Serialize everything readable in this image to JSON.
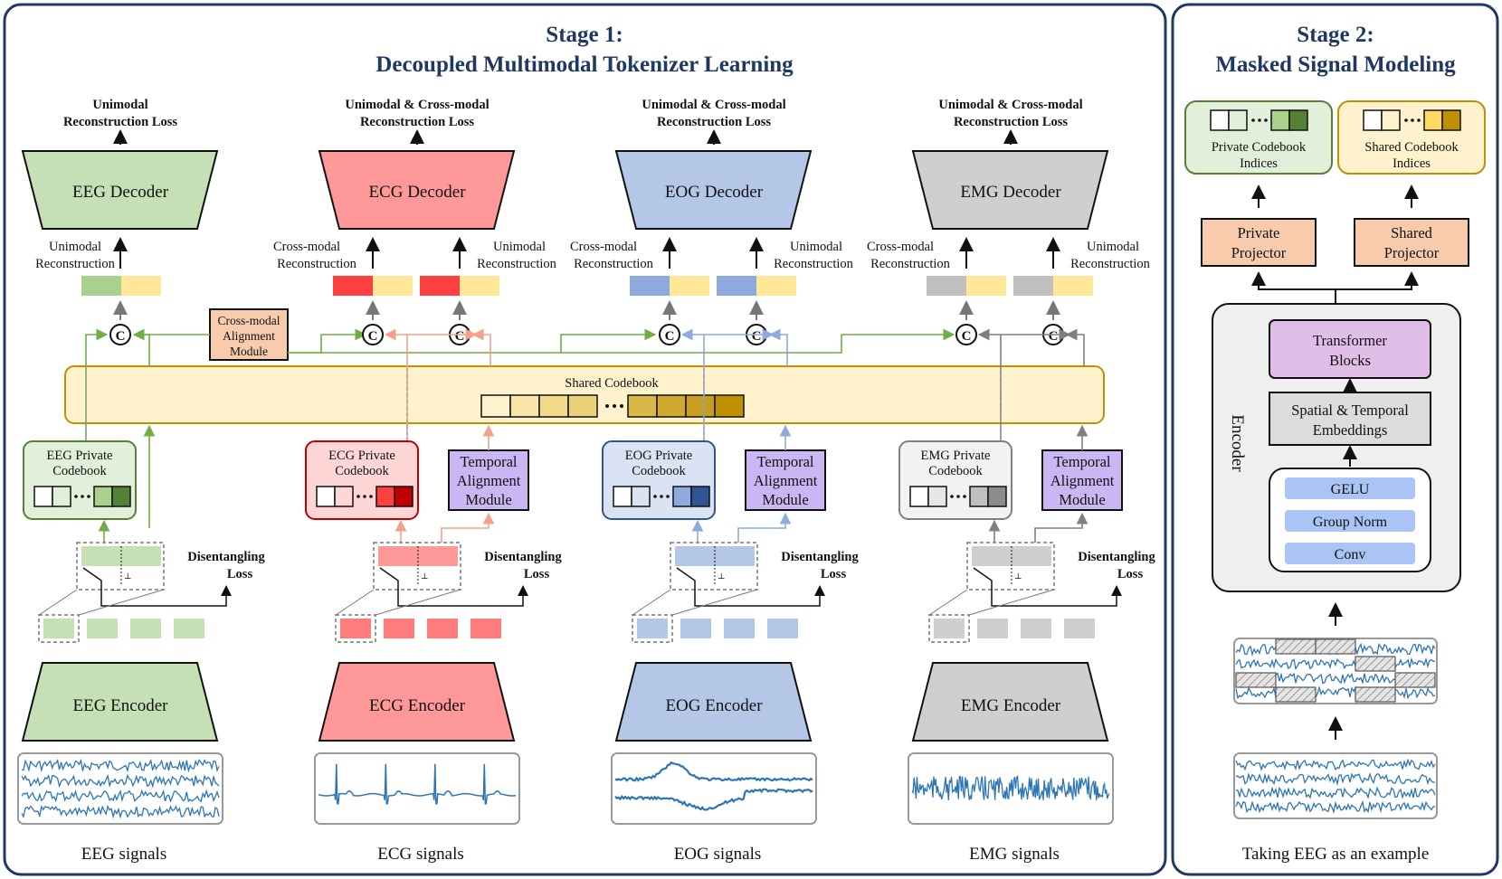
{
  "stage1": {
    "title_line1": "Stage 1:",
    "title_line2": "Decoupled Multimodal Tokenizer Learning",
    "shared_codebook_label": "Shared Codebook",
    "cross_modal_alignment_label": [
      "Cross-modal",
      "Alignment",
      "Module"
    ],
    "temporal_alignment_label": [
      "Temporal",
      "Alignment",
      "Module"
    ],
    "disentangling_loss_label": [
      "Disentangling",
      "Loss"
    ],
    "cross_modal_recon_label": [
      "Cross-modal",
      "Reconstruction"
    ],
    "unimodal_recon_label": [
      "Unimodal",
      "Reconstruction"
    ],
    "concat_symbol": "C",
    "modalities": [
      {
        "key": "eeg",
        "loss_title": [
          "Unimodal",
          "Reconstruction Loss"
        ],
        "decoder": "EEG Decoder",
        "private_codebook": [
          "EEG Private",
          "Codebook"
        ],
        "encoder": "EEG Encoder",
        "signal_label": "EEG signals"
      },
      {
        "key": "ecg",
        "loss_title": [
          "Unimodal & Cross-modal",
          "Reconstruction Loss"
        ],
        "decoder": "ECG Decoder",
        "private_codebook": [
          "ECG Private",
          "Codebook"
        ],
        "encoder": "ECG Encoder",
        "signal_label": "ECG signals"
      },
      {
        "key": "eog",
        "loss_title": [
          "Unimodal & Cross-modal",
          "Reconstruction Loss"
        ],
        "decoder": "EOG Decoder",
        "private_codebook": [
          "EOG Private",
          "Codebook"
        ],
        "encoder": "EOG Encoder",
        "signal_label": "EOG signals"
      },
      {
        "key": "emg",
        "loss_title": [
          "Unimodal & Cross-modal",
          "Reconstruction Loss"
        ],
        "decoder": "EMG Decoder",
        "private_codebook": [
          "EMG Private",
          "Codebook"
        ],
        "encoder": "EMG Encoder",
        "signal_label": "EMG signals"
      }
    ]
  },
  "stage2": {
    "title_line1": "Stage 2:",
    "title_line2": "Masked Signal Modeling",
    "private_indices_label": [
      "Private Codebook",
      "Indices"
    ],
    "shared_indices_label": [
      "Shared Codebook",
      "Indices"
    ],
    "private_projector_label": [
      "Private",
      "Projector"
    ],
    "shared_projector_label": [
      "Shared",
      "Projector"
    ],
    "transformer_label": [
      "Transformer",
      "Blocks"
    ],
    "embeddings_label": [
      "Spatial & Temporal",
      "Embeddings"
    ],
    "encoder_label": "Encoder",
    "encoder_layers": [
      "GELU",
      "Group Norm",
      "Conv"
    ],
    "example_label": "Taking EEG as an example"
  },
  "colors": {
    "frame": "#1f3864",
    "eeg_fill": "#c5e0b4",
    "eeg_dark": "#548235",
    "eeg_mid": "#a9d18e",
    "ecg_fill": "#ff9999",
    "ecg_dark": "#c00000",
    "ecg_mid": "#ff4040",
    "eog_fill": "#b4c7e7",
    "eog_dark": "#2f5597",
    "eog_mid": "#8faadc",
    "emg_fill": "#d0cece",
    "emg_dark": "#7f7f7f",
    "emg_mid": "#bfbfbf",
    "shared_fill": "#fff2cc",
    "shared_dark": "#bf9000",
    "module_purple": "#c9b6f2",
    "projector_orange": "#f8cbad",
    "transformer_pink": "#e1bee7",
    "signal_blue": "#2e75b6"
  }
}
